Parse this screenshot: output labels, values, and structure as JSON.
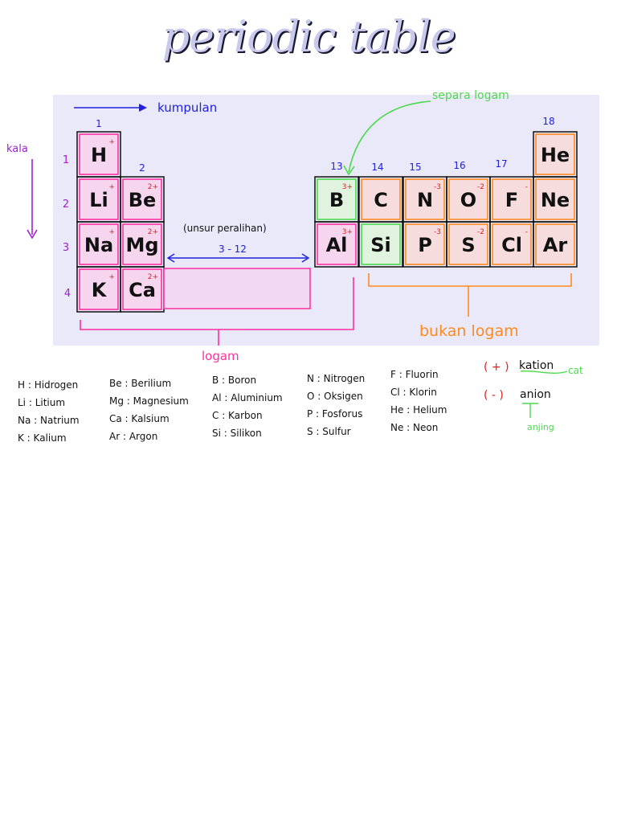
{
  "title": "periodic table",
  "axis": {
    "group_label": "kumpulan",
    "period_label": "kala",
    "transition_note": "(unsur peralihan)",
    "transition_range": "3 - 12"
  },
  "group_numbers": [
    "1",
    "2",
    "13",
    "14",
    "15",
    "16",
    "17",
    "18"
  ],
  "period_numbers": [
    "1",
    "2",
    "3",
    "4"
  ],
  "elements": [
    {
      "symbol": "H",
      "charge": "+",
      "type": "metal"
    },
    {
      "symbol": "Li",
      "charge": "+",
      "type": "metal"
    },
    {
      "symbol": "Be",
      "charge": "2+",
      "type": "metal"
    },
    {
      "symbol": "Na",
      "charge": "+",
      "type": "metal"
    },
    {
      "symbol": "Mg",
      "charge": "2+",
      "type": "metal"
    },
    {
      "symbol": "K",
      "charge": "+",
      "type": "metal"
    },
    {
      "symbol": "Ca",
      "charge": "2+",
      "type": "metal"
    },
    {
      "symbol": "B",
      "charge": "3+",
      "type": "metalloid"
    },
    {
      "symbol": "Al",
      "charge": "3+",
      "type": "metal"
    },
    {
      "symbol": "C",
      "charge": "",
      "type": "nonmetal"
    },
    {
      "symbol": "Si",
      "charge": "",
      "type": "metalloid"
    },
    {
      "symbol": "N",
      "charge": "-3",
      "type": "nonmetal"
    },
    {
      "symbol": "P",
      "charge": "-3",
      "type": "nonmetal"
    },
    {
      "symbol": "O",
      "charge": "-2",
      "type": "nonmetal"
    },
    {
      "symbol": "S",
      "charge": "-2",
      "type": "nonmetal"
    },
    {
      "symbol": "F",
      "charge": "-",
      "type": "nonmetal"
    },
    {
      "symbol": "Cl",
      "charge": "-",
      "type": "nonmetal"
    },
    {
      "symbol": "He",
      "charge": "",
      "type": "nonmetal"
    },
    {
      "symbol": "Ne",
      "charge": "",
      "type": "nonmetal"
    },
    {
      "symbol": "Ar",
      "charge": "",
      "type": "nonmetal"
    }
  ],
  "annotations": {
    "metalloid": "separa logam",
    "nonmetal": "bukan logam",
    "metal": "logam"
  },
  "legend_columns": [
    [
      "H : Hidrogen",
      "Li : Litium",
      "Na : Natrium",
      "K : Kalium"
    ],
    [
      "Be : Berilium",
      "Mg : Magnesium",
      "Ca : Kalsium",
      "Ar : Argon"
    ],
    [
      "B : Boron",
      "Al : Aluminium",
      "C : Karbon",
      "Si : Silikon"
    ],
    [
      "N : Nitrogen",
      "O : Oksigen",
      "P : Fosforus",
      "S : Sulfur"
    ],
    [
      "F : Fluorin",
      "Cl : Klorin",
      "He : Helium",
      "Ne : Neon"
    ]
  ],
  "ions": {
    "positive_sign": "( + )",
    "positive_word": "kation",
    "positive_hint": "cat",
    "negative_sign": "( - )",
    "negative_word": "anion",
    "negative_hint": "anjing"
  },
  "colors": {
    "metal": "#ff2fa0",
    "metalloid": "#4cd94c",
    "nonmetal": "#ff8a1f",
    "blue": "#2020e0",
    "purple": "#a020d0",
    "red": "#e02020"
  }
}
